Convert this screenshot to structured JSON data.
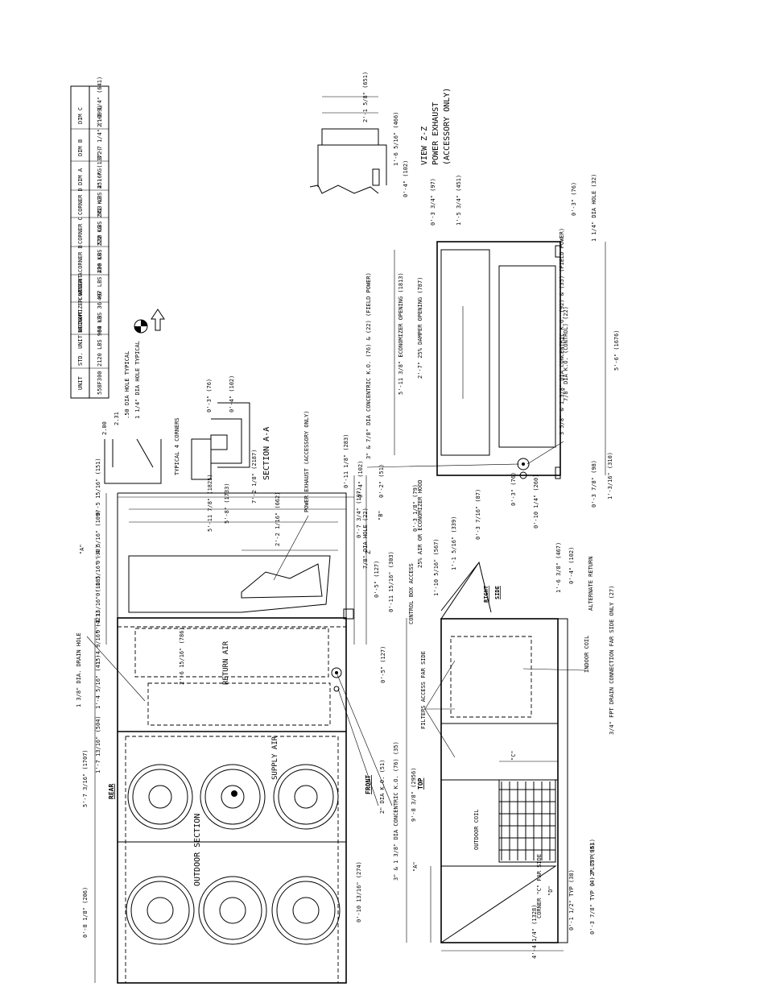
{
  "table": {
    "headers": [
      "UNIT",
      "STD. UNIT WEIGHT",
      "ECONOMIZER WEIGHT",
      "CORNER A",
      "CORNER B",
      "CORNER C",
      "CORNER D",
      "DIM A",
      "DIM B",
      "DIM C"
    ],
    "row": [
      "558F300",
      "2120 LBS 964 KG",
      "80 LBS 36 KG",
      "497 LBS 226 KG",
      "490 LBS 222 KG",
      "530 LBS 241 KG",
      "553 LBS 251 KG",
      "4'-6\" (1372)",
      "3'-7 1/4\" (1099)",
      "2'-1 1/4\" (641)"
    ]
  },
  "top_view": {
    "rear": "REAR",
    "front": "FRONT",
    "top": "TOP",
    "outdoor_section": "OUTDOOR SECTION",
    "supply_air": "SUPPLY AIR",
    "return_air": "RETURN AIR",
    "power_exhaust": "POWER EXHAUST (ACCESSORY ONLY)",
    "drain_hole": "1 3/8\" DIA. DRAIN HOLE",
    "dims": {
      "d1": "0'-8 1/8\" (206)",
      "d2": "0'-10 13/16\" (274)",
      "d3": "5'-7 3/16\" (1707)",
      "d4": "1'-7 13/16\" (504)",
      "d5": "1'-4 5/16\" (415)",
      "d6": "1'-4 9/16\" (421)",
      "d7": "0'-3 15/16\" (108)",
      "d8": "0'-1 5/16\" (33)",
      "d9": "0'-4 5/16\" (109)",
      "d10": "0'-5 15/16\" (151)",
      "d11": "5'-11 7/8\" (1825)",
      "d12": "5'-8\" (1733)",
      "d13": "7'-2 1/8\" (2187)",
      "d14": "2'-2 1/16\" (662)",
      "d15": "2'-6 15/16\" (786)",
      "d16": "0'-7 3/4\" (197)",
      "d17": "0'-11 1/8\" (283)",
      "d18": "0'-11 15/16\" (303)",
      "d19": "0'-5\" (127)",
      "d20": "0'-5\" (127)",
      "d21": "0'-4\" (102)",
      "d22": "0'-2\" (51)"
    },
    "callouts": {
      "seven_eighths": "7/8\" DIA HOLE (22)",
      "two_ko": "2\" DIA K.O. (51)",
      "three_ko": "3\" & 1 3/8\" DIA CONCENTRIC K.O. (76) (35)",
      "a": "\"A\"",
      "b": "\"B\"",
      "z": "Z"
    }
  },
  "section_aa": {
    "title": "SECTION A-A",
    "typical": "TYPICAL 4 CORNERS",
    "hole50": ".50 DIA HOLE TYPICAL",
    "hole114": "1 1/4\" DIA HOLE TYPICAL",
    "dim200": "2.00",
    "dim231": "2.31",
    "dim3": "0'-3\" (76)",
    "dim4": "0'-4\" (102)"
  },
  "view_zz": {
    "title1": "VIEW Z-Z",
    "title2": "POWER EXHAUST",
    "title3": "(ACCESSORY ONLY)",
    "dim_a": "2'-1 5/8\" (651)",
    "dim_b": "1'-6 5/16\" (466)",
    "dim_c": "0'-4\" (102)"
  },
  "side_view": {
    "right": "RIGHT",
    "side": "SIDE",
    "control_box": "CONTROL BOX ACCESS",
    "filters": "FILTERS ACCESS FAR SIDE",
    "indoor_coil": "INDOOR COIL",
    "drain_conn": "3/4\" FPT DRAIN CONNECTION FAR SIDE ONLY (27)",
    "alternate_return": "ALTERNATE RETURN",
    "outdoor_coil": "OUTDOOR COIL",
    "corner_label": "CORNER \"C\" FAR SIDE",
    "corner_d": "\"D\"",
    "econ_hood": "25% AIR OR ECONOMIZER HOOD",
    "dims": {
      "h1": "9'-8 3/8\" (2956)",
      "h2": "4'-4 1/4\" (1328)",
      "h3": "0'-1 1/2\" TYP (38)",
      "h4": "0'-3 7/8\" TYP (4) PLCS (98)",
      "h5": "0'-2\" TYP (51)",
      "h6": "1'-10 5/16\" (567)",
      "h7": "1'-1 5/16\" (339)",
      "h8": "0'-3 1/8\" (79)",
      "h9": "0'-3 7/16\" (87)",
      "h10": "1'-6 3/8\" (467)",
      "h11": "0'-4\" (102)",
      "c_label": "\"C\"",
      "a_label": "\"A\""
    }
  },
  "end_view": {
    "econ_opening": "5'-11 3/8\" ECONOMIZER OPENING (1813)",
    "damper_opening": "2'-7\" 25% DAMPER OPENING (787)",
    "ko_field": "3\" & 7/8\" DIA CONCENTRIC K.O. (76) & (22) (FIELD POWER)",
    "ko_power": "3 5/8\" & 1 3/8\" DIA CONCENTRIC K.O. (92) & (35) (FIELD POWER)",
    "ko_control": "7/8\" DIA K.O. (CONTROL) (22)",
    "dia_hole": "1 1/4\" DIA HOLE (32)",
    "dims": {
      "e1": "5'-6\" (1676)",
      "e2": "0'-3 3/4\" (97)",
      "e3": "1'-5 3/4\" (451)",
      "e4": "0'-3\" (76)",
      "e5": "1'-3/16\" (310)",
      "e6": "0'-3\" (76)",
      "e7": "0'-10 1/4\" (260)",
      "e8": "0'-3 7/8\" (98)"
    }
  }
}
